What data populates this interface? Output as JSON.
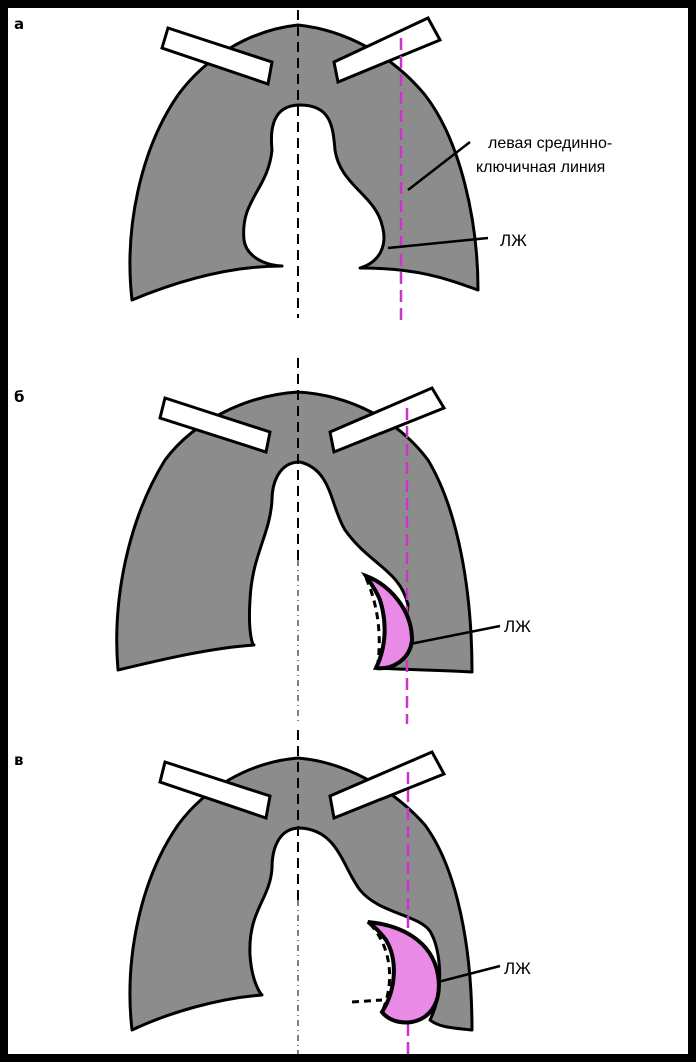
{
  "panels": [
    {
      "letter": "а"
    },
    {
      "letter": "б"
    },
    {
      "letter": "в"
    }
  ],
  "labels": {
    "mcl_line1": "левая срединно-",
    "mcl_line2": "ключичная линия",
    "lv": "ЛЖ"
  },
  "colors": {
    "background": "#000000",
    "lung": "#8c8c8c",
    "left_ventricle": "#e98ae6",
    "midclavicular_line": "#cc33cc"
  }
}
